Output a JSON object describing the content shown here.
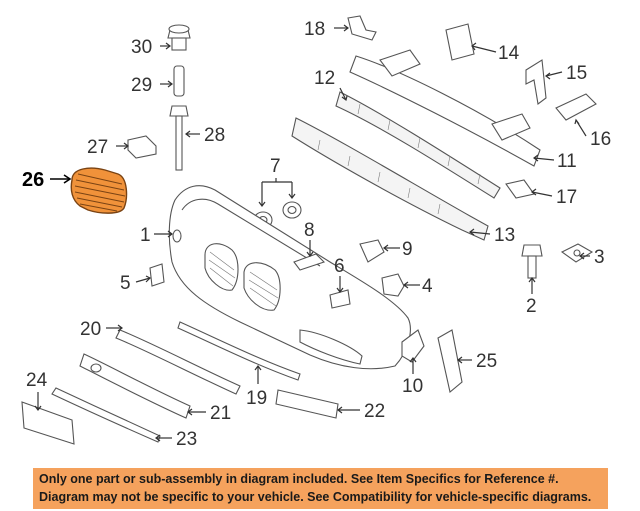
{
  "callouts": [
    {
      "id": "1",
      "label": "1"
    },
    {
      "id": "2",
      "label": "2"
    },
    {
      "id": "3",
      "label": "3"
    },
    {
      "id": "4",
      "label": "4"
    },
    {
      "id": "5",
      "label": "5"
    },
    {
      "id": "6",
      "label": "6"
    },
    {
      "id": "7",
      "label": "7"
    },
    {
      "id": "8",
      "label": "8"
    },
    {
      "id": "9",
      "label": "9"
    },
    {
      "id": "10",
      "label": "10"
    },
    {
      "id": "11",
      "label": "11"
    },
    {
      "id": "12",
      "label": "12"
    },
    {
      "id": "13",
      "label": "13"
    },
    {
      "id": "14",
      "label": "14"
    },
    {
      "id": "15",
      "label": "15"
    },
    {
      "id": "16",
      "label": "16"
    },
    {
      "id": "17",
      "label": "17"
    },
    {
      "id": "18",
      "label": "18"
    },
    {
      "id": "19",
      "label": "19"
    },
    {
      "id": "20",
      "label": "20"
    },
    {
      "id": "21",
      "label": "21"
    },
    {
      "id": "22",
      "label": "22"
    },
    {
      "id": "23",
      "label": "23"
    },
    {
      "id": "24",
      "label": "24"
    },
    {
      "id": "25",
      "label": "25"
    },
    {
      "id": "26",
      "label": "26"
    },
    {
      "id": "27",
      "label": "27"
    },
    {
      "id": "28",
      "label": "28"
    },
    {
      "id": "29",
      "label": "29"
    },
    {
      "id": "30",
      "label": "30"
    }
  ],
  "highlighted_part": "26",
  "colors": {
    "highlight_fill": "#f0923a",
    "banner_background": "#f5a25d",
    "line": "#555555"
  },
  "banner": {
    "line1": "Only one part or sub-assembly in diagram included. See Item Specifics for Reference #.",
    "line2": "Diagram may not be specific to your vehicle. See Compatibility for vehicle-specific diagrams."
  }
}
